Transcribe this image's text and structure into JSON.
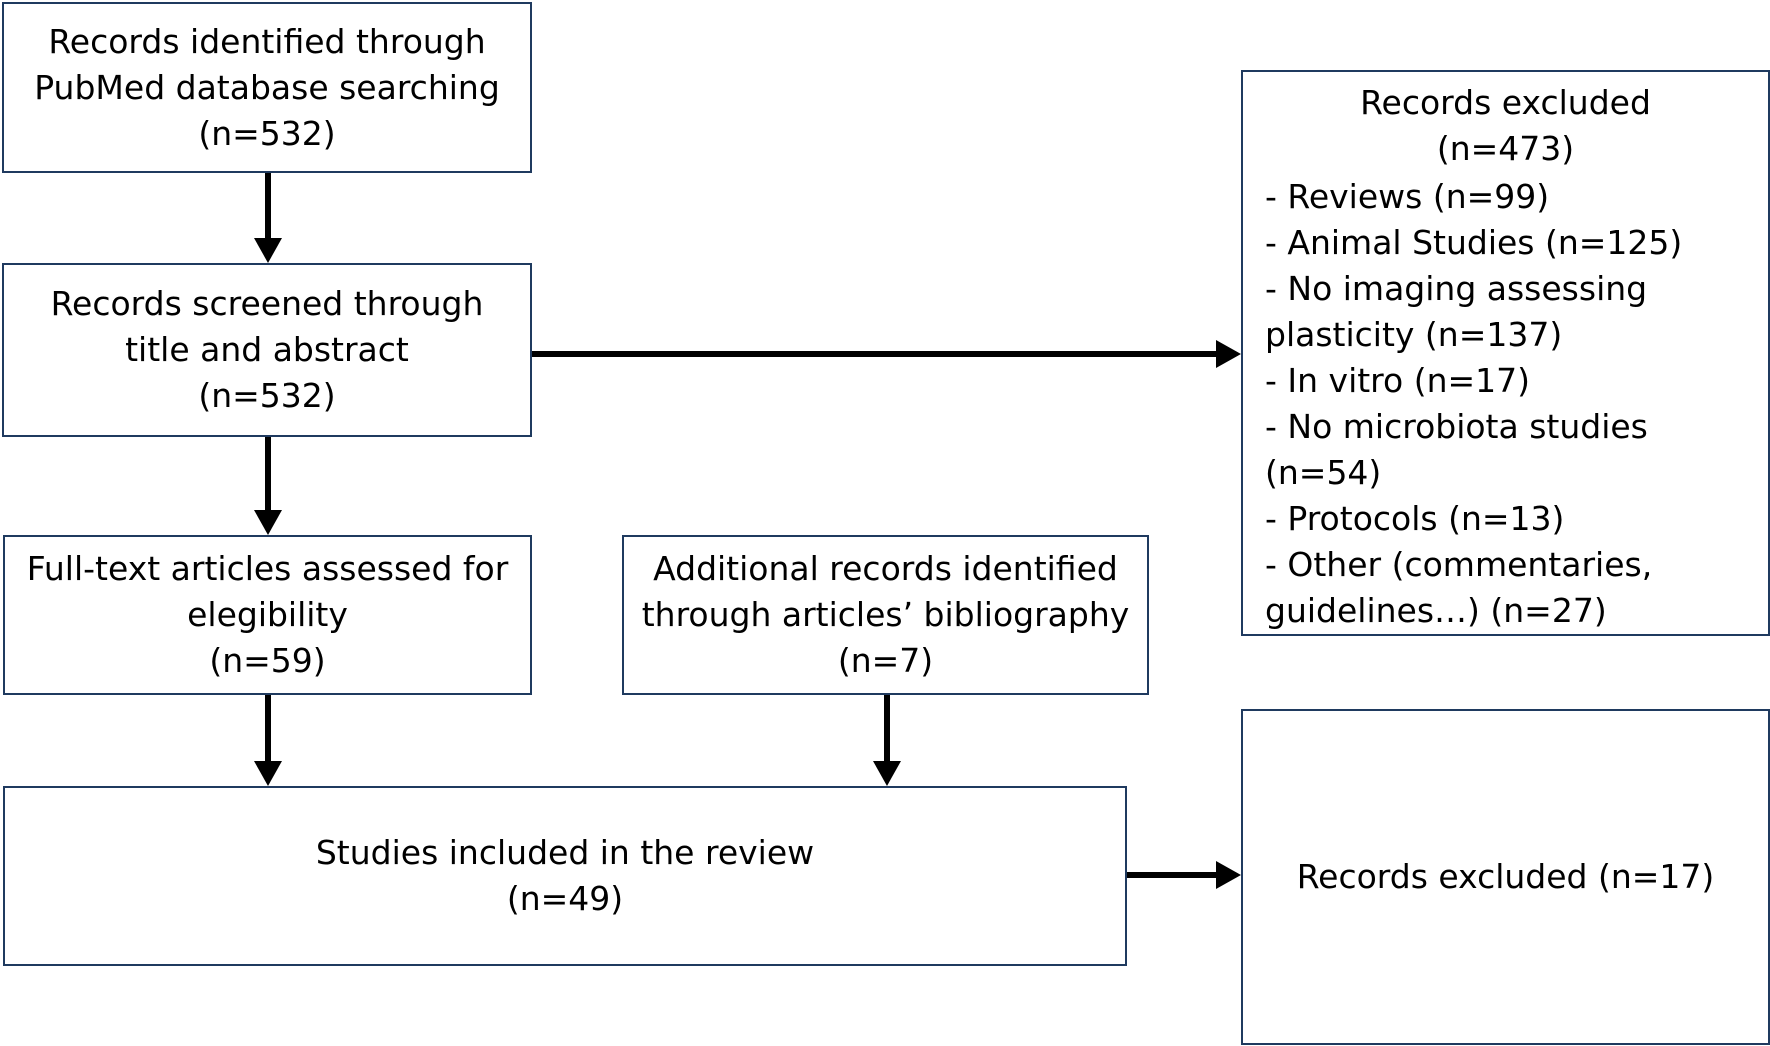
{
  "boxes": {
    "pubmed": {
      "lines": [
        "Records identified through",
        "PubMed database searching",
        "(n=532)"
      ]
    },
    "screened": {
      "lines": [
        "Records screened through",
        "title and abstract",
        "(n=532)"
      ]
    },
    "fulltext": {
      "lines": [
        "Full-text articles assessed for",
        "elegibility",
        "(n=59)"
      ]
    },
    "additional": {
      "lines": [
        "Additional records identified",
        "through articles’ bibliography",
        "(n=7)"
      ]
    },
    "included": {
      "lines": [
        "Studies included in the review",
        "(n=49)"
      ]
    },
    "excluded_final": {
      "lines": [
        "Records excluded (n=17)"
      ]
    },
    "excluded_main": {
      "title": "Records excluded",
      "count": "(n=473)",
      "items": [
        "- Reviews (n=99)",
        "- Animal Studies (n=125)",
        "- No imaging assessing",
        "plasticity (n=137)",
        "- In vitro (n=17)",
        "- No microbiota studies (n=54)",
        "- Protocols (n=13)",
        "- Other (commentaries,",
        "guidelines…) (n=27)"
      ]
    }
  }
}
